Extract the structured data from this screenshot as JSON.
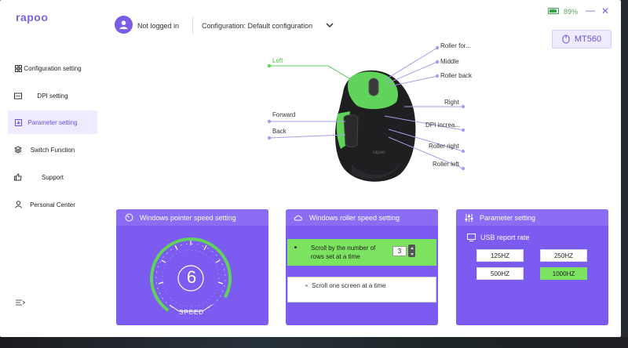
{
  "app": {
    "logo": "rapoo"
  },
  "header": {
    "login_status": "Not logged in",
    "configuration": "Configuration: Default configuration",
    "battery": "89%",
    "device": "MT560"
  },
  "colors": {
    "accent": "#7c5bf0",
    "selected": "#7be35f",
    "mouse_highlight": "#5fd35a"
  },
  "sidebar": {
    "items": [
      {
        "label": "Configuration setting",
        "icon": "grid-icon",
        "active": false
      },
      {
        "label": "DPI setting",
        "icon": "dpi-icon",
        "active": false
      },
      {
        "label": "Parameter setting",
        "icon": "chart-icon",
        "active": true
      },
      {
        "label": "Switch Function",
        "icon": "layers-icon",
        "active": false
      },
      {
        "label": "Support",
        "icon": "thumbs-up-icon",
        "active": false
      },
      {
        "label": "Personal Center",
        "icon": "user-icon",
        "active": false
      }
    ]
  },
  "mouse_buttons": {
    "left": "Left",
    "roller_forward": "Roller for...",
    "middle": "Middle",
    "roller_back": "Roller back",
    "right": "Right",
    "forward": "Forward",
    "dpi_increase": "DPI increa...",
    "back": "Back",
    "roller_right": "Roller right",
    "roller_left": "Roller left"
  },
  "pointer_panel": {
    "title": "Windows pointer speed setting",
    "speed_value": "6",
    "speed_label": "SPEED"
  },
  "roller_panel": {
    "title": "Windows roller speed setting",
    "option1": "Scroll by the number of rows set at a time",
    "rows_value": "3",
    "option2": "Scroll one screen at a time",
    "selected_option": 1
  },
  "parameter_panel": {
    "title": "Parameter setting",
    "usb_label": "USB report rate",
    "rates": [
      "125HZ",
      "250HZ",
      "500HZ",
      "1000HZ"
    ],
    "selected_rate": "1000HZ"
  }
}
